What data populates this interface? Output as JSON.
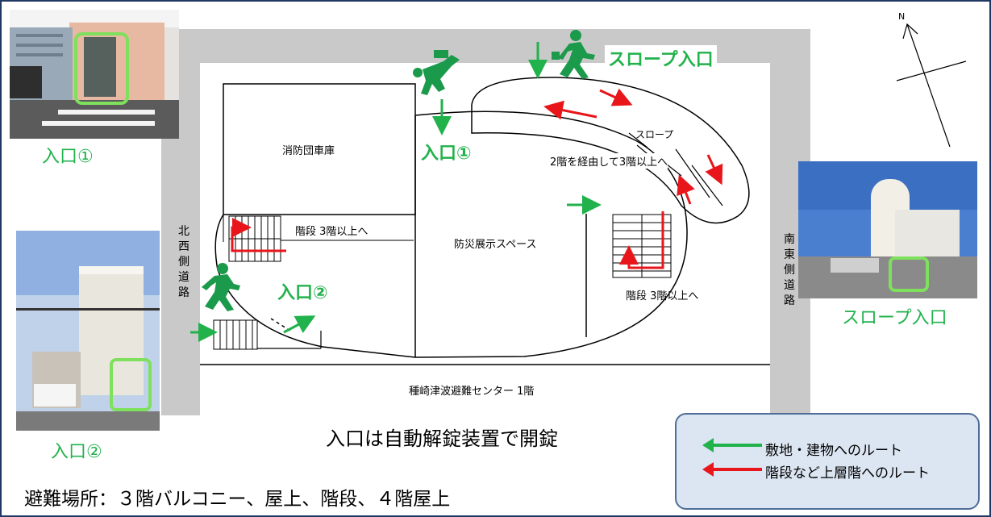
{
  "photos": {
    "entrance1_caption": "入口①",
    "entrance2_caption": "入口②",
    "slope_caption": "スロープ入口"
  },
  "map": {
    "slope_entrance": "スロープ入口",
    "entrance1": "入口①",
    "entrance2": "入口②",
    "fire_garage": "消防団車庫",
    "slope": "スロープ",
    "slope_note": "2階を経由して3階以上へ",
    "stairs_nw": "階段  3階以上へ",
    "stairs_se": "階段  3階以上へ",
    "exhibit": "防災展示スペース",
    "floor_label": "種崎津波避難センター  1階",
    "nw_road": "北西側道路",
    "se_road": "南東側道路",
    "north": "N"
  },
  "notes": {
    "auto_unlock": "入口は自動解錠装置で開錠",
    "refuge": "避難場所：３階バルコニー、屋上、階段、４階屋上"
  },
  "legend": {
    "green_route": "敷地・建物へのルート",
    "red_route": "階段など上層階へのルート"
  },
  "colors": {
    "green": "#22b24c",
    "red": "#e8161b",
    "road": "#c9c9c9",
    "legend_bg": "#dce6f2"
  }
}
